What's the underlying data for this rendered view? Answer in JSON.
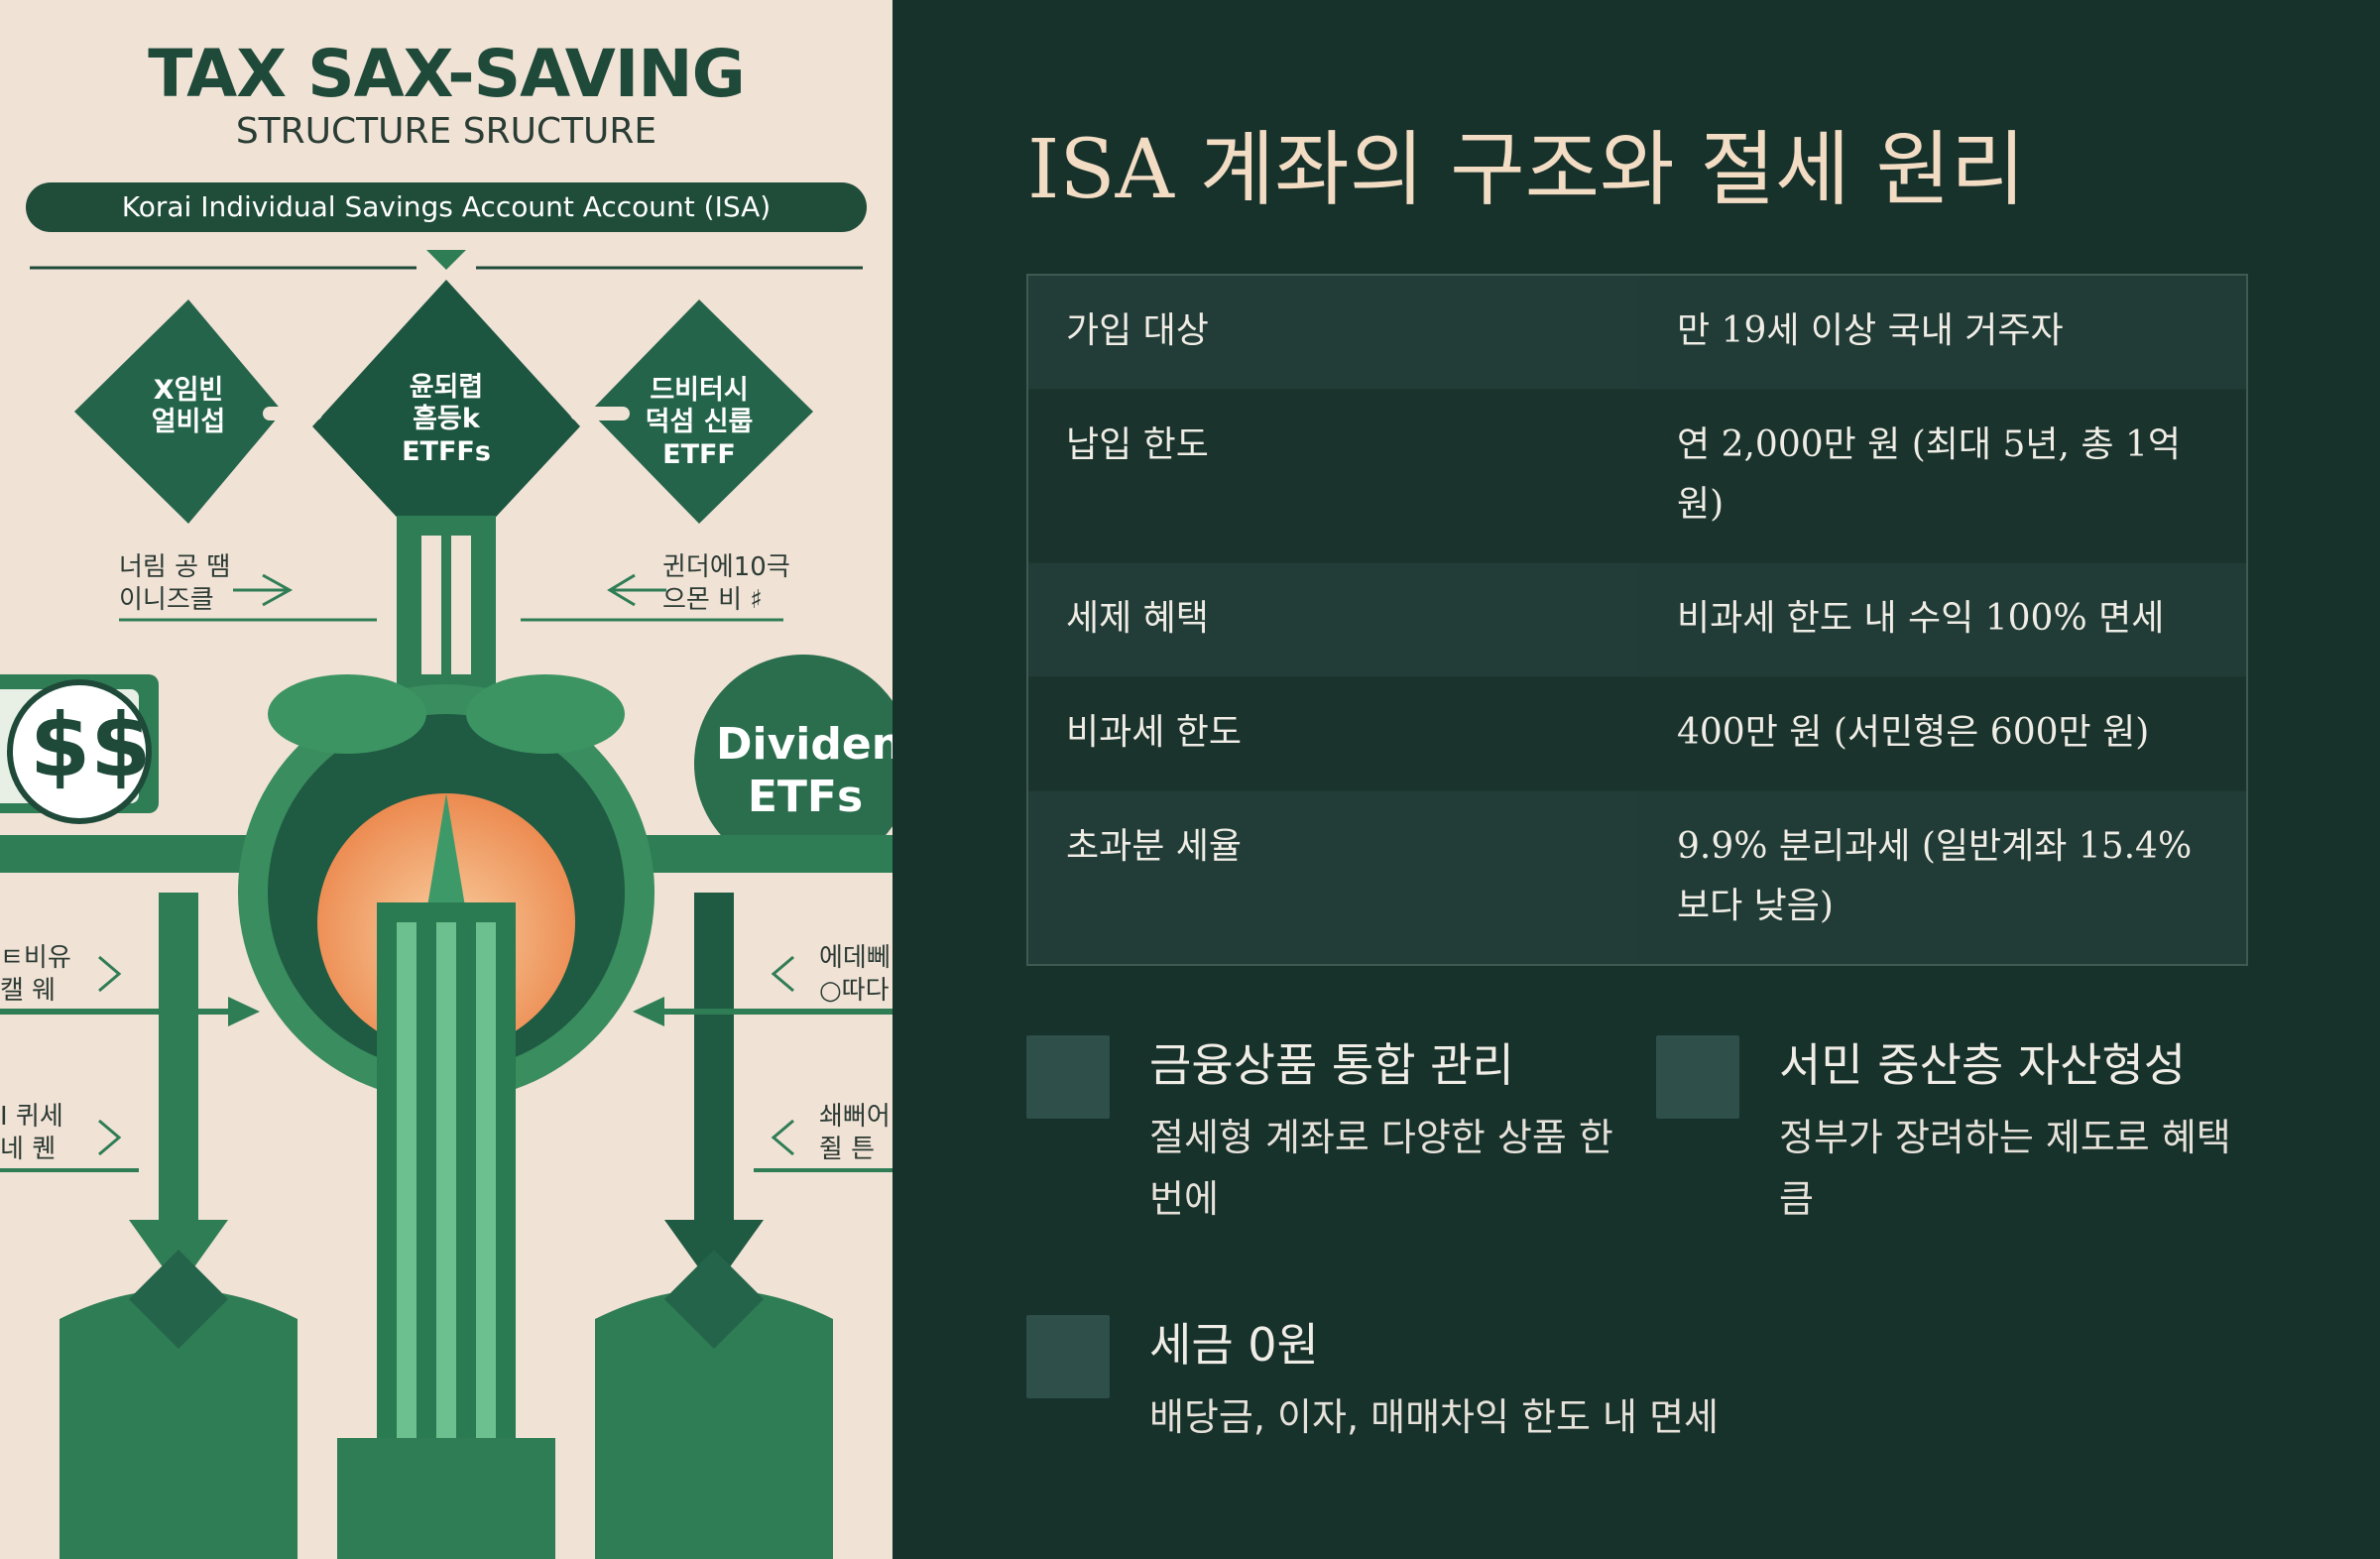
{
  "illustration": {
    "title": "TAX SAX-SAVING",
    "subtitle": "STRUCTURE SRUCTURE",
    "banner": "Korai Individual Savings Account Account (ISA)",
    "diamond_left": "Ⅹ임빈\n얼비섭",
    "diamond_center": "윤되렵\n흠등k\nETFFs",
    "diamond_right": "드비터시\n덕섬 신룹\nETFF",
    "note_left": "너림 공 땜\n이니즈클",
    "note_right": "귄더에10극\n으몬 비 ♯",
    "dollar": "$$",
    "dividend": "Dividend\nETFs",
    "note_left2": "ㅌ비유\n캘 웨",
    "note_right2": "에데뻬\n○따다",
    "note_left3": "I 퀴세\n네 퀜",
    "note_right3": "쇄뻐어\n쥘 튼"
  },
  "page": {
    "title": "ISA 계좌의 구조와 절세 원리"
  },
  "table": [
    {
      "label": "가입 대상",
      "value": "만 19세 이상 국내 거주자"
    },
    {
      "label": "납입 한도",
      "value": "연 2,000만 원 (최대 5년, 총 1억 원)"
    },
    {
      "label": "세제 혜택",
      "value": "비과세 한도 내 수익 100% 면세"
    },
    {
      "label": "비과세 한도",
      "value": "400만 원 (서민형은 600만 원)"
    },
    {
      "label": "초과분 세율",
      "value": "9.9% 분리과세 (일반계좌 15.4%보다 낮음)"
    }
  ],
  "features": [
    {
      "title": "금융상품 통합 관리",
      "desc": "절세형 계좌로 다양한 상품 한번에"
    },
    {
      "title": "서민 중산층 자산형성",
      "desc": "정부가 장려하는 제도로 혜택 큼"
    },
    {
      "title": "세금 0원",
      "desc": "배당금, 이자, 매매차익 한도 내 면세"
    }
  ],
  "colors": {
    "background": "#17312b",
    "title": "#f3dcc4",
    "illustration_bg": "#f1e2d6",
    "accent_green": "#2f7d55"
  }
}
